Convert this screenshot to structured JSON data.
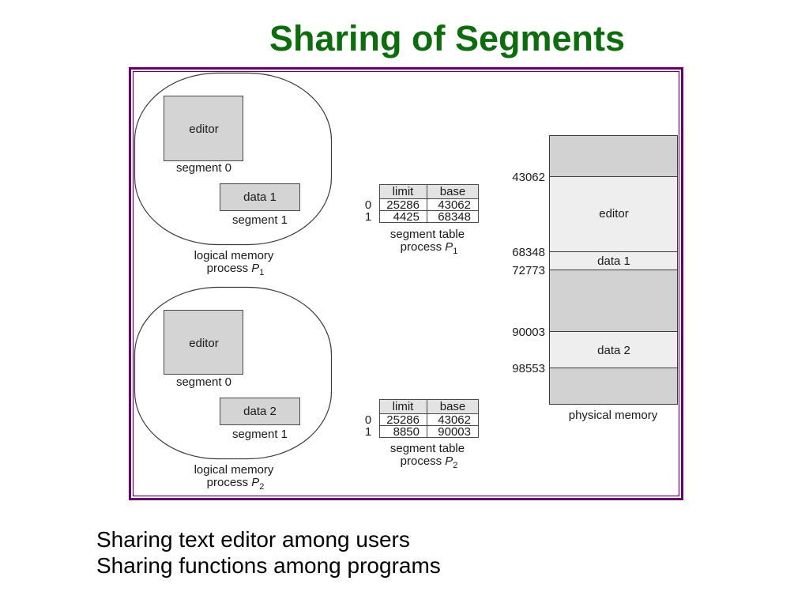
{
  "slide": {
    "title": "Sharing of Segments",
    "lines": [
      "Sharing text editor among users",
      "Sharing functions among programs"
    ]
  },
  "colors": {
    "title": "#0e6b0e",
    "frame": "#660066",
    "logical_segment": "#d4d4d4",
    "table_header": "#e3e3e3",
    "physical_gap": "#d2d2d2",
    "physical_segment": "#eeeeee"
  },
  "diagram": {
    "processes": [
      {
        "logical_memory": {
          "segments": [
            {
              "name": "editor",
              "label": "segment 0"
            },
            {
              "name": "data 1",
              "label": "segment 1"
            }
          ],
          "caption": "logical memory",
          "process": {
            "word": "process",
            "symbol": "P",
            "subscript": "1"
          }
        },
        "segment_table": {
          "headers": [
            "limit",
            "base"
          ],
          "rows": [
            {
              "index": "0",
              "limit": "25286",
              "base": "43062"
            },
            {
              "index": "1",
              "limit": "4425",
              "base": "68348"
            }
          ],
          "caption": "segment table",
          "process": {
            "word": "process",
            "symbol": "P",
            "subscript": "1"
          }
        }
      },
      {
        "logical_memory": {
          "segments": [
            {
              "name": "editor",
              "label": "segment 0"
            },
            {
              "name": "data 2",
              "label": "segment 1"
            }
          ],
          "caption": "logical memory",
          "process": {
            "word": "process",
            "symbol": "P",
            "subscript": "2"
          }
        },
        "segment_table": {
          "headers": [
            "limit",
            "base"
          ],
          "rows": [
            {
              "index": "0",
              "limit": "25286",
              "base": "43062"
            },
            {
              "index": "1",
              "limit": "8850",
              "base": "90003"
            }
          ],
          "caption": "segment table",
          "process": {
            "word": "process",
            "symbol": "P",
            "subscript": "2"
          }
        }
      }
    ],
    "physical_memory": {
      "caption": "physical memory",
      "addresses": [
        "43062",
        "68348",
        "72773",
        "90003",
        "98553"
      ],
      "segments": [
        "editor",
        "data 1",
        "data 2"
      ]
    }
  }
}
